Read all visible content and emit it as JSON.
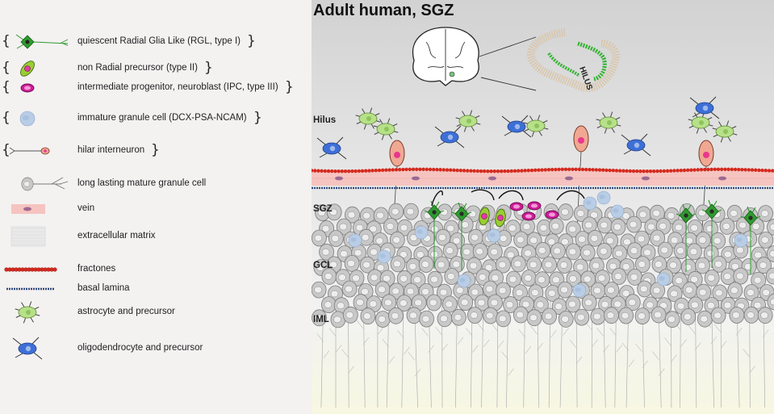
{
  "title": "Adult human, SGZ",
  "hilus_inset_text": "HILUS",
  "layers": [
    "Hilus",
    "SGZ",
    "GCL",
    "IML"
  ],
  "legend": [
    {
      "label": "quiescent Radial Glia Like (RGL, type I)",
      "icon": "rgl-cell-icon",
      "brace": true
    },
    {
      "label": "non Radial  precursor (type II)",
      "icon": "non-radial-precursor-icon",
      "brace": true
    },
    {
      "label": "intermediate progenitor, neuroblast (IPC, type III)",
      "icon": "ipc-neuroblast-icon",
      "brace": true
    },
    {
      "label": "immature granule cell (DCX-PSA-NCAM)",
      "icon": "immature-granule-cell-icon",
      "brace": true
    },
    {
      "label": "hilar interneuron",
      "icon": "hilar-interneuron-icon",
      "brace": true
    },
    {
      "label": "long lasting mature granule cell",
      "icon": "mature-granule-cell-icon",
      "brace": false
    },
    {
      "label": "vein",
      "icon": "vein-icon",
      "brace": false
    },
    {
      "label": "extracellular matrix",
      "icon": "extracellular-matrix-icon",
      "brace": false
    },
    {
      "label": "fractones",
      "icon": "fractones-icon",
      "brace": false
    },
    {
      "label": "basal lamina",
      "icon": "basal-lamina-icon",
      "brace": false
    },
    {
      "label": "astrocyte and precursor",
      "icon": "astrocyte-icon",
      "brace": false
    },
    {
      "label": "oligodendrocyte and  precursor",
      "icon": "oligodendrocyte-icon",
      "brace": false
    }
  ],
  "colors": {
    "rgl_green": "#2e9b2e",
    "type2_green": "#9acd32",
    "ipc_magenta": "#d01c9a",
    "immature_blue": "#b9cde6",
    "vein_pink": "#f6c4c0",
    "fractone_red": "#d42a1e",
    "basal_lamina": "#2f4a7a",
    "astro_green": "#b7e08a",
    "oligo_blue": "#3d6fd6",
    "granule_gray": "#c8c8c8"
  }
}
